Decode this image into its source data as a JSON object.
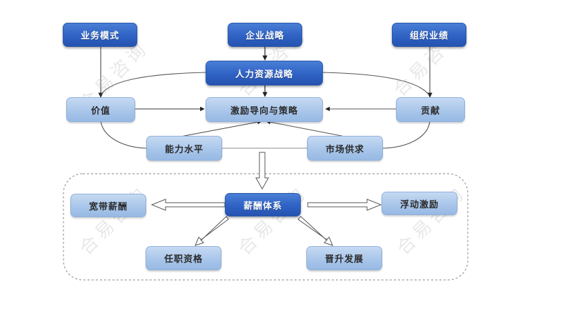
{
  "diagram": {
    "top_nodes": {
      "business_model": "业务模式",
      "corporate_strategy": "企业战略",
      "org_performance": "组织业绩"
    },
    "hr_strategy": "人力资源战略",
    "incentive_strategy": "激励导向与策略",
    "value": "价值",
    "contribution": "贡献",
    "capability_level": "能力水平",
    "market_supply_demand": "市场供求",
    "compensation_system": "薪酬体系",
    "broadband_pay": "宽带薪酬",
    "floating_incentive": "浮动激励",
    "job_qualification": "任职资格",
    "promotion_development": "晋升发展"
  },
  "colors": {
    "dark_node": "#2f62c4",
    "light_node": "#a9c6ea",
    "connector": "#444444",
    "dashed_border": "#9a9a9a"
  }
}
